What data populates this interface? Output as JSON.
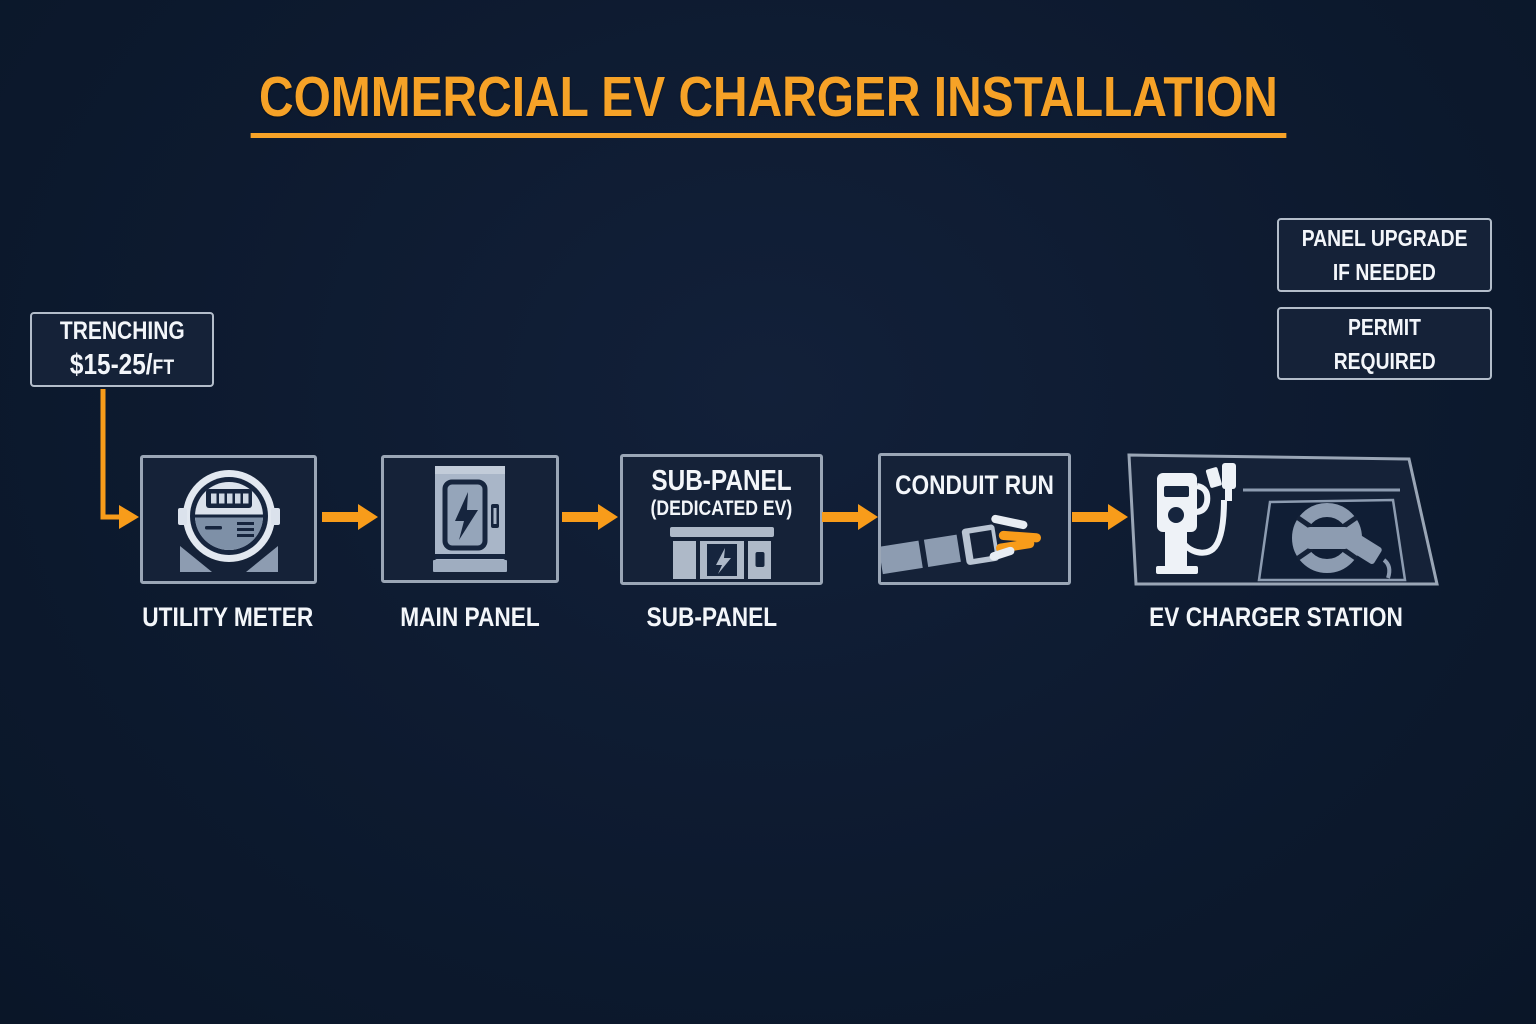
{
  "theme": {
    "background": "#0d1a2f",
    "accent_orange": "#f6a227",
    "arrow_orange": "#f89c1a",
    "box_fill": "#152238",
    "box_border": "#9aa6b6",
    "callout_border": "#b3bdca",
    "text_white": "#f3f6fa",
    "icon_gray": "#9fadc0",
    "icon_light": "#dde4ee",
    "icon_dark_navy": "#16253e"
  },
  "title": {
    "text": "COMMERCIAL EV CHARGER INSTALLATION"
  },
  "callouts": {
    "trenching": {
      "label": "TRENCHING",
      "price": "$15-25/",
      "price_unit": "FT",
      "connector_icon": "elbow-arrow-icon"
    },
    "panel_upgrade": {
      "line1": "PANEL UPGRADE",
      "line2": "IF NEEDED"
    },
    "permit": {
      "line1": "PERMIT",
      "line2": "REQUIRED"
    }
  },
  "flow": {
    "direction": "left-to-right",
    "connector_icon": "arrow-right-icon",
    "steps": [
      {
        "id": "utility-meter",
        "label": "UTILITY METER",
        "icon": "utility-meter-icon"
      },
      {
        "id": "main-panel",
        "label": "MAIN PANEL",
        "icon": "breaker-panel-icon"
      },
      {
        "id": "sub-panel",
        "label": "SUB-PANEL",
        "box_title": "SUB-PANEL",
        "box_subtitle": "(DEDICATED EV)",
        "icon": "sub-panel-icon"
      },
      {
        "id": "conduit-run",
        "box_title": "CONDUIT RUN",
        "icon": "conduit-icon"
      },
      {
        "id": "ev-charger-station",
        "label": "EV CHARGER STATION",
        "icon": "ev-charger-station-icon"
      }
    ]
  }
}
